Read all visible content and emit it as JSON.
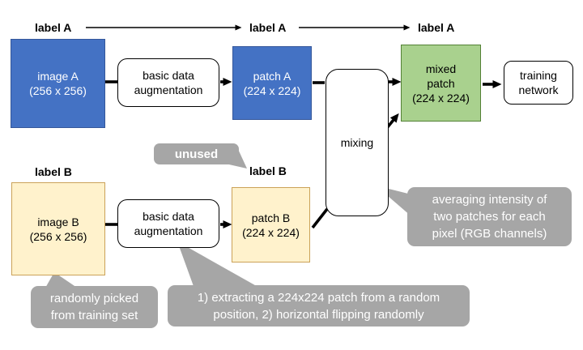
{
  "labels": {
    "top_a1": "label A",
    "top_a2": "label A",
    "top_a3": "label A",
    "left_b": "label B",
    "patch_b": "label B"
  },
  "nodes": {
    "image_a": {
      "l1": "image A",
      "l2": "(256 x 256)"
    },
    "aug_a": {
      "l1": "basic data",
      "l2": "augmentation"
    },
    "patch_a": {
      "l1": "patch A",
      "l2": "(224 x 224)"
    },
    "mixing": {
      "l1": "mixing"
    },
    "mixed": {
      "l1": "mixed",
      "l2": "patch",
      "l3": "(224 x 224)"
    },
    "training": {
      "l1": "training",
      "l2": "network"
    },
    "image_b": {
      "l1": "image B",
      "l2": "(256 x 256)"
    },
    "aug_b": {
      "l1": "basic data",
      "l2": "augmentation"
    },
    "patch_b": {
      "l1": "patch B",
      "l2": "(224 x 224)"
    }
  },
  "callouts": {
    "unused": {
      "l1": "unused"
    },
    "picked": {
      "l1": "randomly picked",
      "l2": "from training set"
    },
    "extract": {
      "l1": "1) extracting a 224x224 patch from a random",
      "l2": "position, 2) horizontal flipping randomly"
    },
    "averaging": {
      "l1": "averaging intensity of",
      "l2": "two patches for each",
      "l3": "pixel (RGB channels)"
    }
  },
  "colors": {
    "blue": "#4472C4",
    "blue-border": "#35579A",
    "green": "#A9D18E",
    "green-border": "#538135",
    "cream": "#FFF2CC",
    "cream-border": "#CBA258",
    "gray": "#A6A6A6",
    "arrow": "#000000"
  }
}
